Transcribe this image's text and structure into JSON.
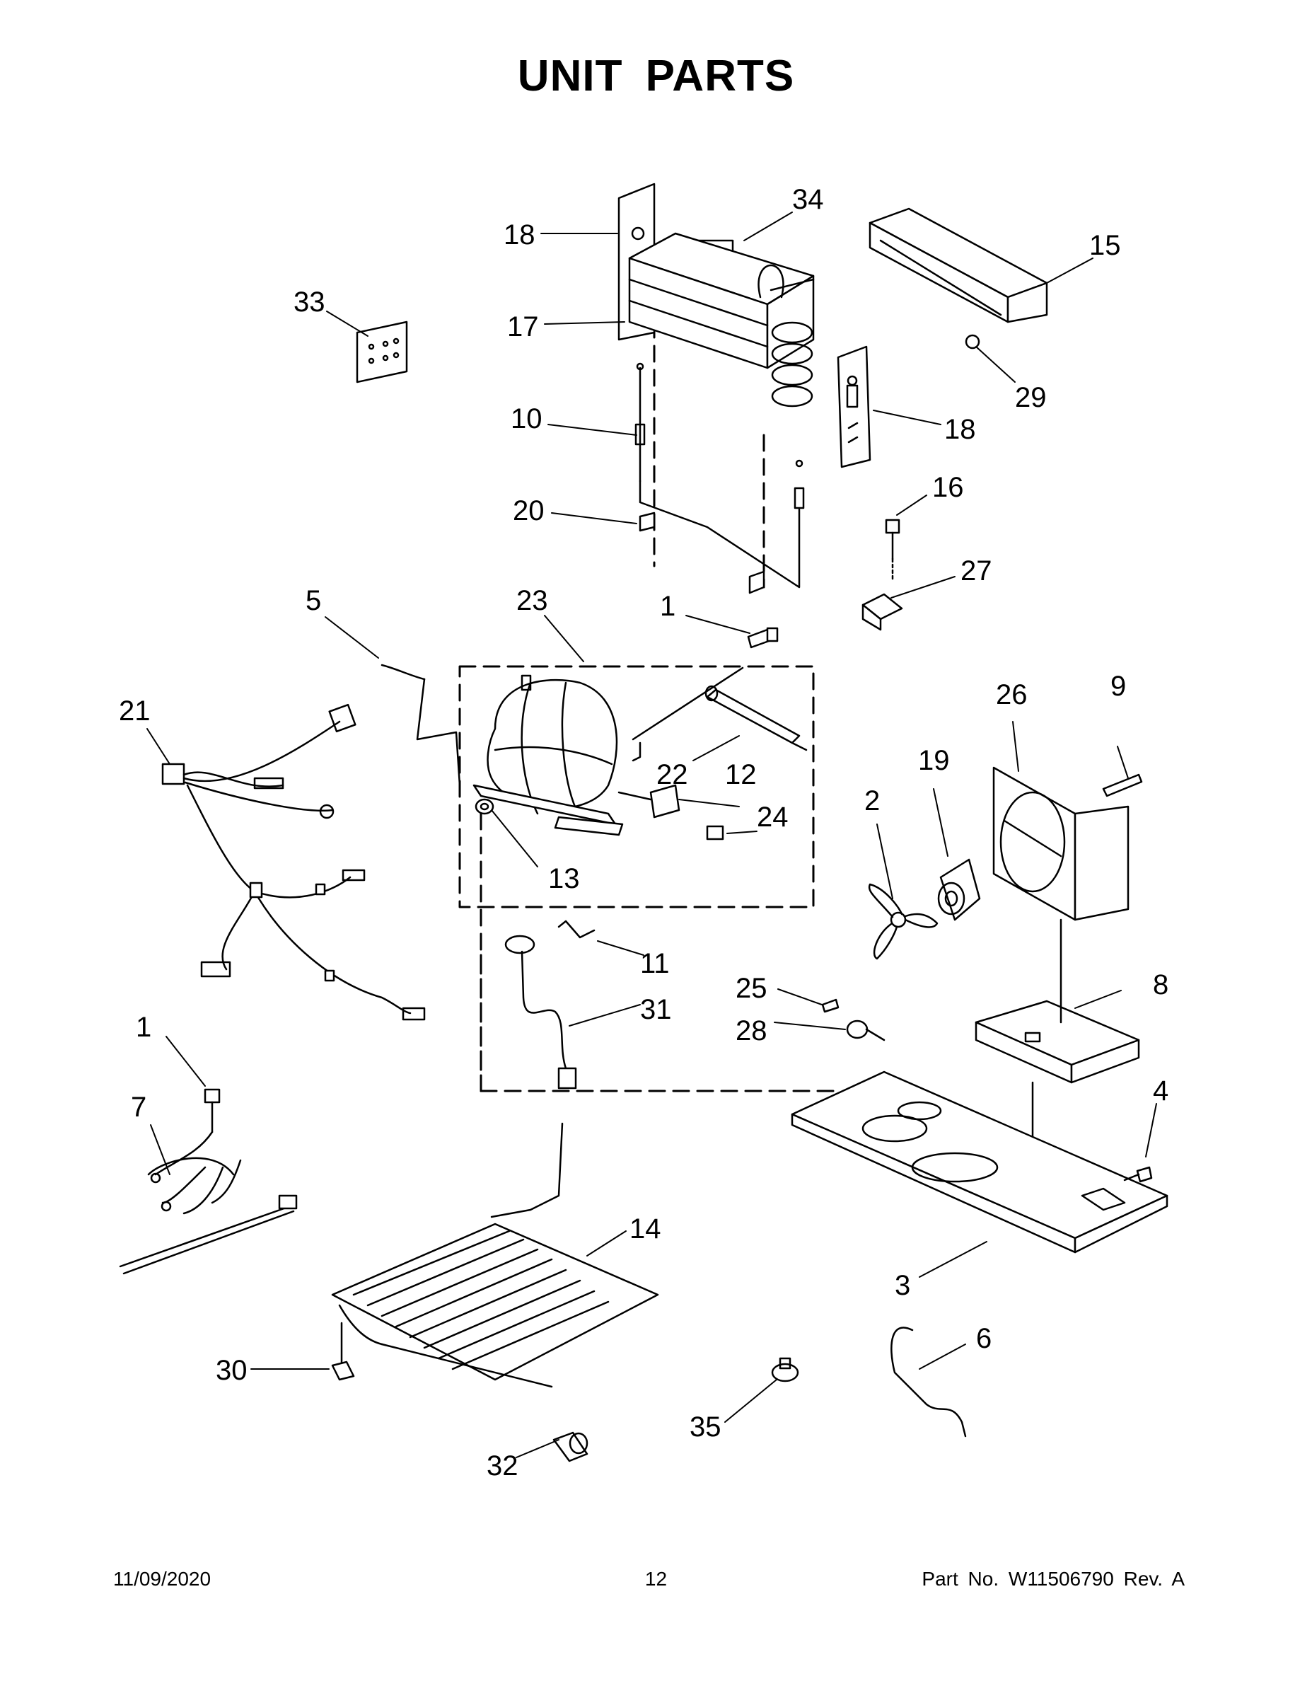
{
  "page": {
    "title": "UNIT PARTS",
    "date": "11/09/2020",
    "page_number": "12",
    "part_info": "Part No.  W11506790  Rev.  A"
  },
  "callouts": [
    {
      "id": "34",
      "label": "34"
    },
    {
      "id": "18a",
      "label": "18"
    },
    {
      "id": "15",
      "label": "15"
    },
    {
      "id": "33",
      "label": "33"
    },
    {
      "id": "17",
      "label": "17"
    },
    {
      "id": "29",
      "label": "29"
    },
    {
      "id": "10",
      "label": "10"
    },
    {
      "id": "18b",
      "label": "18"
    },
    {
      "id": "16",
      "label": "16"
    },
    {
      "id": "20",
      "label": "20"
    },
    {
      "id": "27",
      "label": "27"
    },
    {
      "id": "5",
      "label": "5"
    },
    {
      "id": "23",
      "label": "23"
    },
    {
      "id": "1a",
      "label": "1"
    },
    {
      "id": "26",
      "label": "26"
    },
    {
      "id": "9",
      "label": "9"
    },
    {
      "id": "21",
      "label": "21"
    },
    {
      "id": "19",
      "label": "19"
    },
    {
      "id": "22",
      "label": "22"
    },
    {
      "id": "12",
      "label": "12"
    },
    {
      "id": "2",
      "label": "2"
    },
    {
      "id": "24",
      "label": "24"
    },
    {
      "id": "13",
      "label": "13"
    },
    {
      "id": "11",
      "label": "11"
    },
    {
      "id": "8",
      "label": "8"
    },
    {
      "id": "25",
      "label": "25"
    },
    {
      "id": "31",
      "label": "31"
    },
    {
      "id": "28",
      "label": "28"
    },
    {
      "id": "1b",
      "label": "1"
    },
    {
      "id": "4",
      "label": "4"
    },
    {
      "id": "7",
      "label": "7"
    },
    {
      "id": "14",
      "label": "14"
    },
    {
      "id": "3",
      "label": "3"
    },
    {
      "id": "6",
      "label": "6"
    },
    {
      "id": "30",
      "label": "30"
    },
    {
      "id": "35",
      "label": "35"
    },
    {
      "id": "32",
      "label": "32"
    }
  ]
}
